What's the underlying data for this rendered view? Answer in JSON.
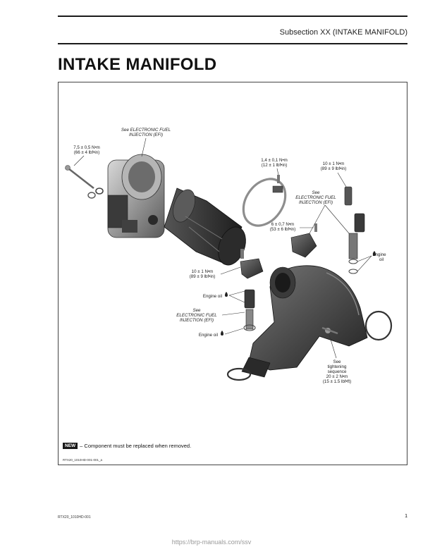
{
  "header": {
    "subsection": "Subsection XX (INTAKE MANIFOLD)"
  },
  "title": "INTAKE MANIFOLD",
  "figure": {
    "labels": {
      "efi_top_line1": "See ELECTRONIC FUEL",
      "efi_top_line2": "INJECTION (EFI)",
      "torque_a_line1": "7,5 ± 0,5 N•m",
      "torque_a_line2": "(66 ± 4 lbf•in)",
      "torque_b_line1": "1,4 ± 0,1 N•m",
      "torque_b_line2": "(12 ± 1 lbf•in)",
      "torque_c_line1": "10 ± 1 N•m",
      "torque_c_line2": "(89 ± 9 lbf•in)",
      "efi_right_line1": "See",
      "efi_right_line2": "ELECTRONIC FUEL",
      "efi_right_line3": "INJECTION (EFI)",
      "torque_d_line1": "6 ± 0,7 N•m",
      "torque_d_line2": "(53 ± 6 lbf•in)",
      "engine_oil_right_line1": "Engine",
      "engine_oil_right_line2": "oil",
      "torque_e_line1": "10 ± 1 N•m",
      "torque_e_line2": "(89 ± 9 lbf•in)",
      "engine_oil_1": "Engine oil",
      "efi_mid_line1": "See",
      "efi_mid_line2": "ELECTRONIC FUEL",
      "efi_mid_line3": "INJECTION (EFI)",
      "engine_oil_2": "Engine oil",
      "tight_line1": "See",
      "tight_line2": "tightening",
      "tight_line3": "sequence",
      "tight_line4": "20 ± 2 N•m",
      "tight_line5": "(15 ± 1.5 lbf•ft)"
    },
    "legend_badge": "NEW",
    "legend_text": "– Component must be replaced when removed.",
    "figure_id": "RTX20_1010HD-001-001_a"
  },
  "footer": {
    "code": "RTX20_1010HD-001",
    "page_number": "1",
    "url": "https://brp-manuals.com/ssv"
  }
}
